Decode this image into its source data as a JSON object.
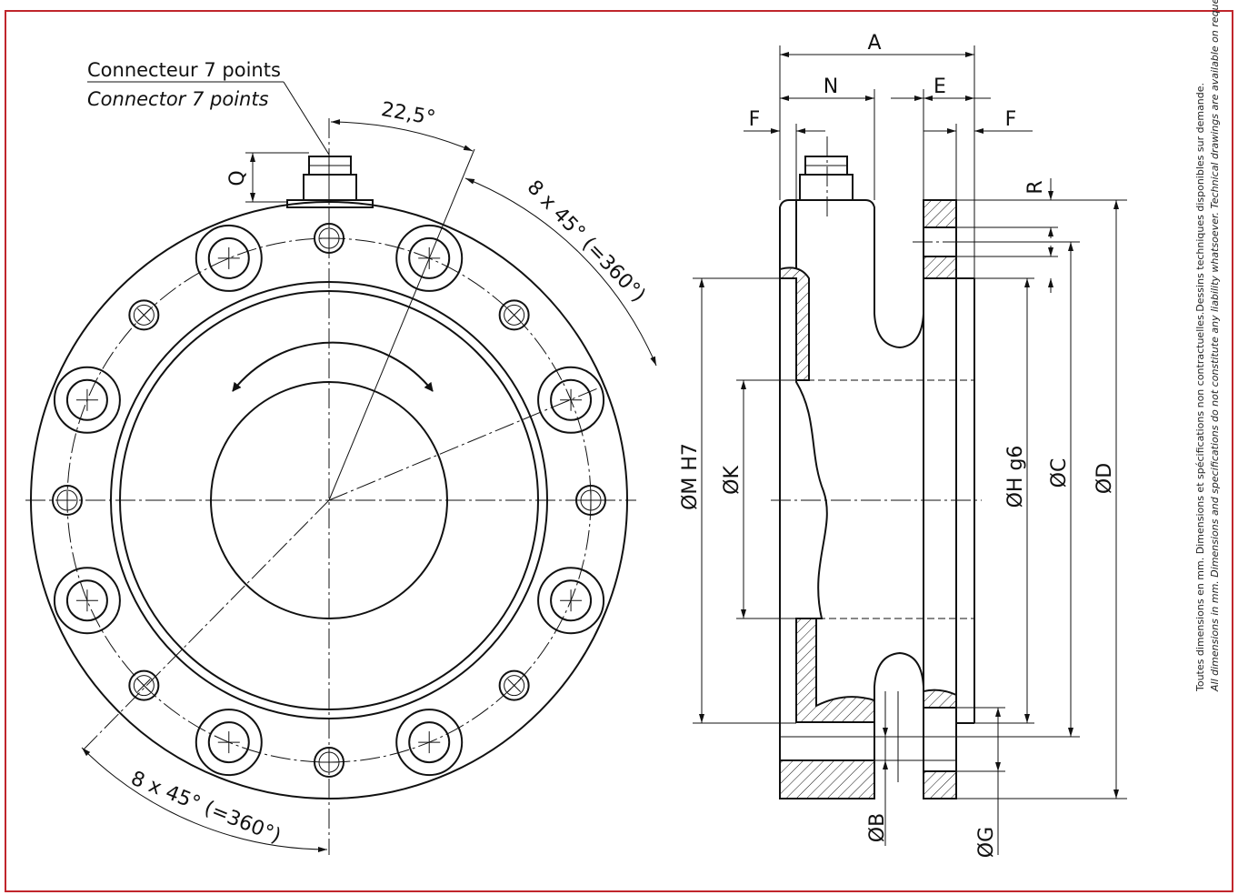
{
  "connector": {
    "label_fr": "Connecteur 7 points",
    "label_en": "Connector 7 points"
  },
  "front_view": {
    "angle_label": "22,5°",
    "pattern_top": "8 x 45° (=360°)",
    "pattern_bottom": "8 x 45° (=360°)",
    "dim_q": "Q"
  },
  "side_view": {
    "dim_a": "A",
    "dim_n": "N",
    "dim_e": "E",
    "dim_f_left": "F",
    "dim_f_right": "F",
    "dim_r": "R",
    "dim_m": "ØM H7",
    "dim_k": "ØK",
    "dim_h": "ØH g6",
    "dim_c": "ØC",
    "dim_d": "ØD",
    "dim_b": "ØB",
    "dim_g": "ØG"
  },
  "notes": {
    "fr": "Toutes dimensions en mm. Dimensions et spécifications non contractuelles.Dessins techniques disponibles sur demande.",
    "en": "All dimensions in mm. Dimensions and specifications do not constitute any liability whatsoever. Technical drawings are available on request."
  },
  "colors": {
    "frame": "#c0262c",
    "ink": "#111111"
  }
}
